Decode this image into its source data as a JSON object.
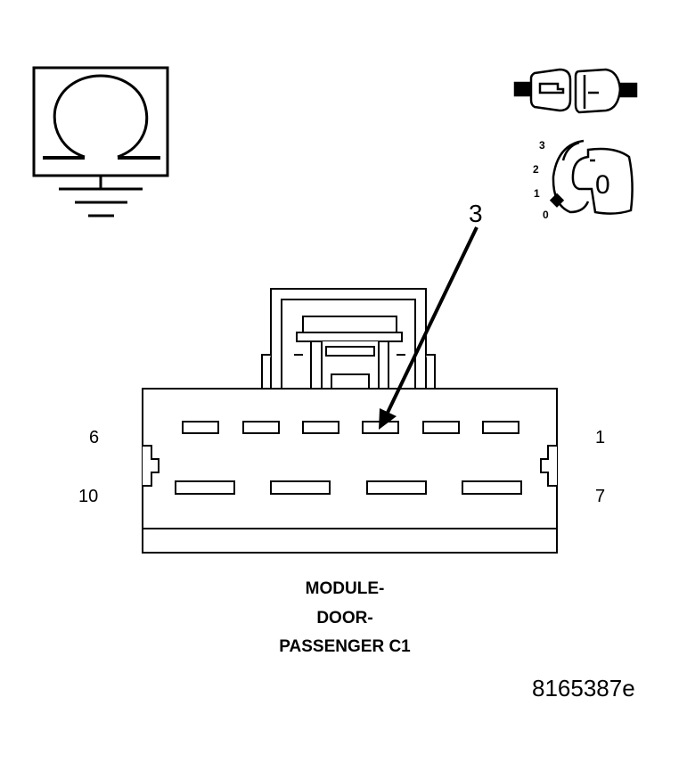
{
  "connector": {
    "title_lines": [
      "MODULE-",
      "DOOR-",
      "PASSENGER C1"
    ],
    "pin_labels": {
      "top_left": "6",
      "top_right": "1",
      "bottom_left": "10",
      "bottom_right": "7"
    },
    "callout": "3",
    "top_row_cavities": 6,
    "bottom_row_cavities": 4
  },
  "ignition": {
    "positions": [
      "3",
      "2",
      "1",
      "0"
    ],
    "key_position": "0"
  },
  "symbols": {
    "ohmmeter": "ohm-symbol-icon",
    "connector_disconnected": "disconnected-connector-icon",
    "ignition_key": "ignition-key-icon",
    "ground": "ground-icon"
  },
  "figure_id": "8165387e"
}
